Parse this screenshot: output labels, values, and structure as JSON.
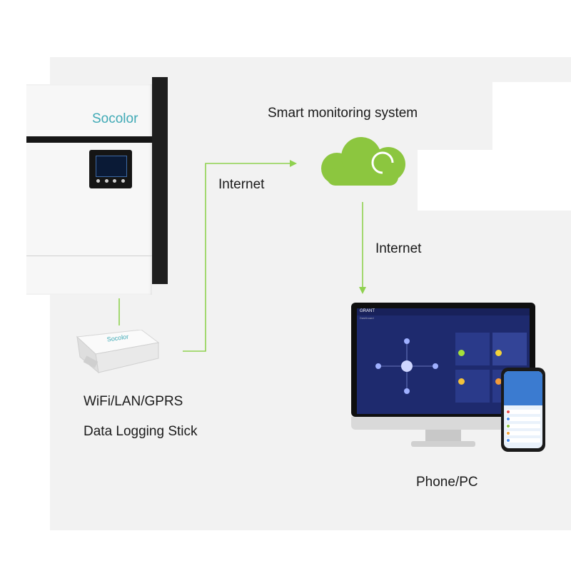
{
  "labels": {
    "smart_monitoring": "Smart monitoring system",
    "internet_1": "Internet",
    "internet_2": "Internet",
    "stick_line1": "WiFi/LAN/GPRS",
    "stick_line2": "Data Logging Stick",
    "phone_pc": "Phone/PC"
  },
  "inverter": {
    "logo": "Socolor"
  },
  "stick": {
    "logo": "Socolor"
  },
  "monitor": {
    "brand": "GRANT",
    "subtitle": "Dashboard"
  },
  "colors": {
    "connector": "#8fd14f",
    "cloud": "#8cc63f",
    "panel": "#f2f2f2",
    "text": "#1a1a1a"
  }
}
